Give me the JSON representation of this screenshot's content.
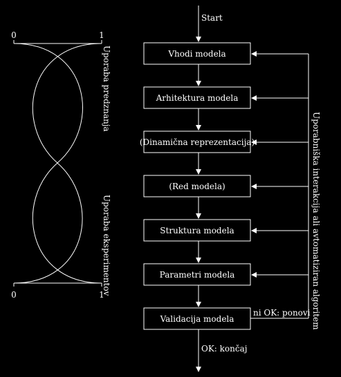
{
  "flow": {
    "start": "Start",
    "end": "OK: končaj",
    "steps": [
      "Vhodi modela",
      "Arhitektura modela",
      "(Dinamična reprezentacija)",
      "(Red modela)",
      "Struktura modela",
      "Parametri modela",
      "Validacija modela"
    ],
    "retry": "ni OK: ponovi",
    "feedback_label": "Uporabniška interakcija ali avtomatiziran algoritem"
  },
  "tradeoff": {
    "top_left": "0",
    "top_right": "1",
    "bottom_left": "0",
    "bottom_right": "1",
    "upper_label": "Uporaba predznanja",
    "lower_label": "Uporaba eksperimentov"
  }
}
